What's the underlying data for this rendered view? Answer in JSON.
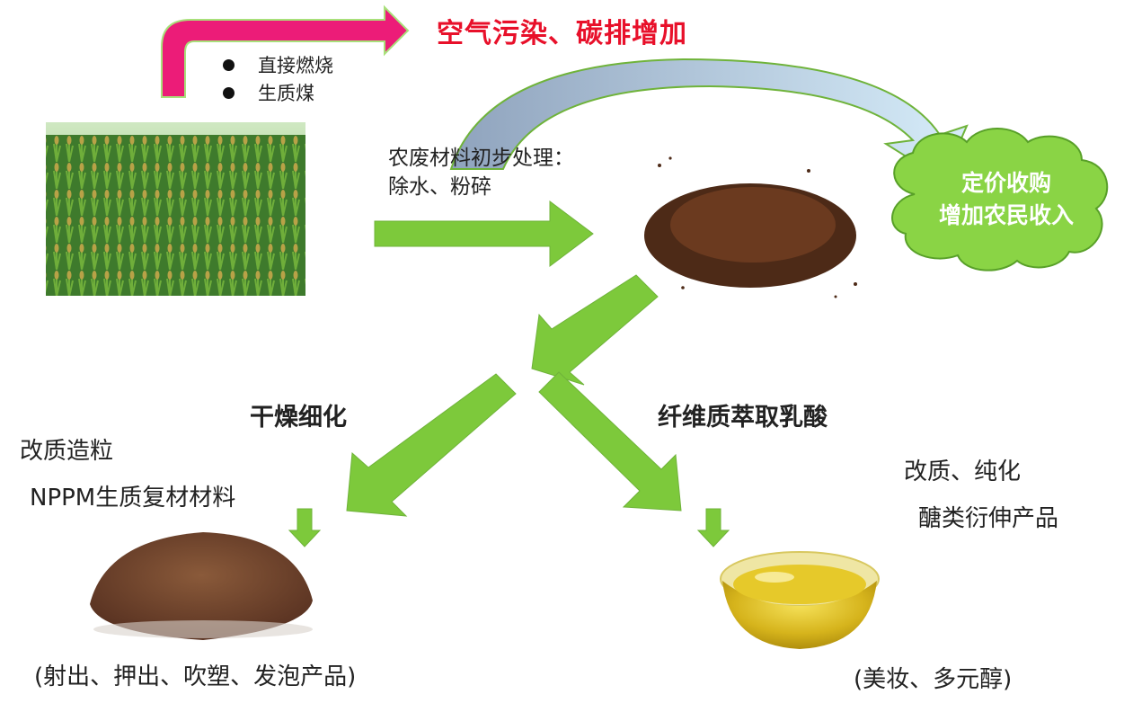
{
  "top": {
    "title": "空气污染、碳排增加",
    "bullets": [
      "直接燃烧",
      "生质煤"
    ]
  },
  "step1": {
    "line1": "农废材料初步处理：",
    "line2": "除水、粉碎"
  },
  "cloud": {
    "line1": "定价收购",
    "line2": "增加农民收入"
  },
  "left_branch": {
    "heading": "干燥细化",
    "sub1": "改质造粒",
    "sub2": "NPPM生质复材材料",
    "bottom": "(射出、押出、吹塑、发泡产品)"
  },
  "right_branch": {
    "heading": "纤维质萃取乳酸",
    "sub1": "改质、纯化",
    "sub2": "醣类衍伸产品",
    "bottom": "(美妆、多元醇)"
  },
  "colors": {
    "green_arrow": "#7dc93b",
    "pink_arrow": "#ec1c78",
    "red_text": "#e8102a",
    "cloud": "#8ad445"
  },
  "icons": {
    "field": "sorghum-field-photo",
    "powder_pile": "crushed-powder-pile-photo",
    "brown_powder": "brown-powder-heap-photo",
    "oil_bowl": "glass-bowl-oil-photo"
  }
}
